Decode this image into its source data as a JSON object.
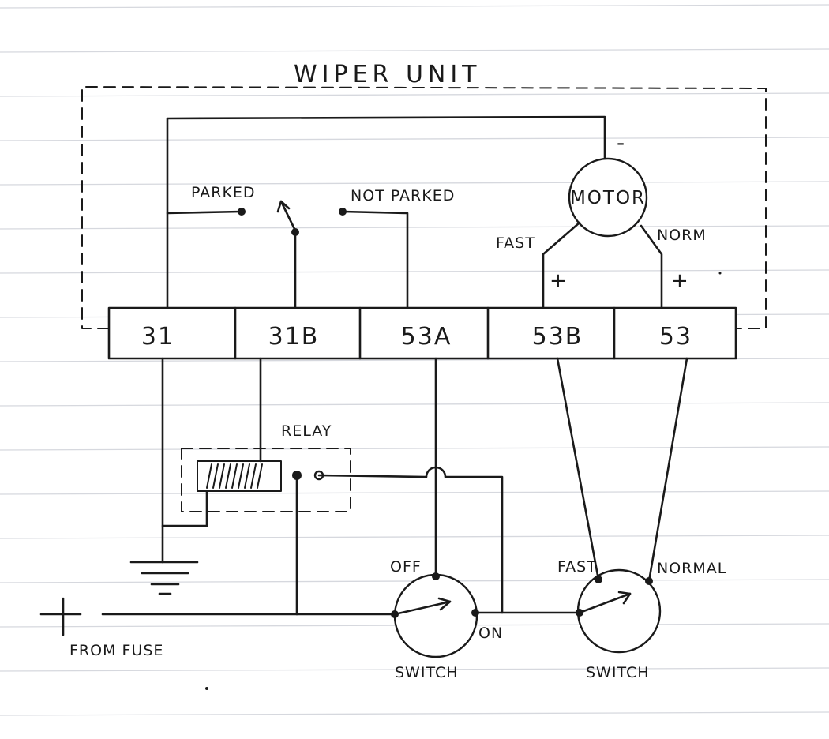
{
  "title": "WIPER UNIT",
  "terminals": [
    "31",
    "31B",
    "53A",
    "53B",
    "53"
  ],
  "labels": {
    "motor": "MOTOR",
    "minus": "-",
    "fast": "FAST",
    "norm": "NORM",
    "plus": "+",
    "parked": "PARKED",
    "not_parked": "NOT PARKED",
    "relay": "RELAY",
    "off": "OFF",
    "on": "ON",
    "switch": "SWITCH",
    "fast_switch": "FAST",
    "normal": "NORMAL",
    "from_fuse": "FROM FUSE",
    "supply_plus": "+"
  }
}
